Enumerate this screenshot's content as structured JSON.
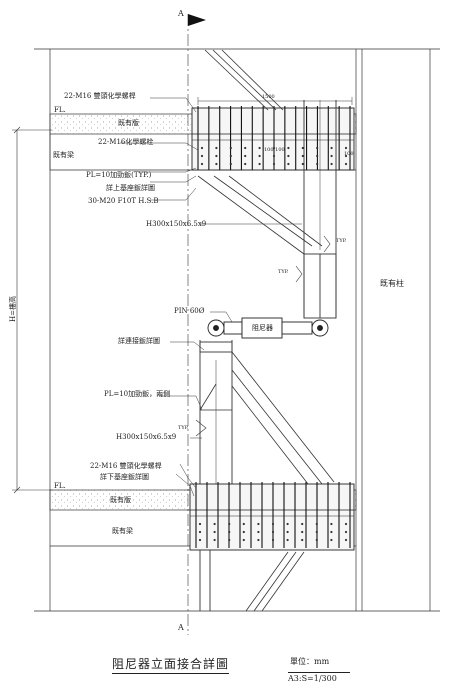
{
  "section_marker": {
    "letter_top": "A",
    "letter_bottom": "A"
  },
  "labels": {
    "top_chem_bolts": "22-M16 雙頭化學螺桿",
    "fl_top": "FL.",
    "existing_slab_top": "既有版",
    "existing_beam_top": "既有梁",
    "chem_bolt": "22-M16化學螺栓",
    "stiffener_typ": "PL=10加勁鈑(TYP.)",
    "upper_base_detail": "詳上基座鈑詳圖",
    "hsb_bolts": "30-M20 F10T H.S.B",
    "upper_member": "H300x150x6.5x9",
    "pin": "PIN 60Ø",
    "damper": "阻尼器",
    "connection_detail": "詳連接鈑詳圖",
    "stiffener_both": "PL=10加勁鈑，兩側",
    "lower_member": "H300x150x6.5x9",
    "bottom_chem_bolts": "22-M16 雙頭化學螺桿",
    "lower_base_detail": "詳下基座鈑詳圖",
    "fl_bottom": "FL.",
    "existing_slab_bottom": "既有版",
    "existing_beam_bottom": "既有梁",
    "existing_column": "既有柱",
    "floor_height": "H=樓高",
    "dim_top": "1500",
    "dim_mid": "100 100",
    "dim_side": "100",
    "typ_1": "TYP.",
    "typ_2": "TYP.",
    "typ_3": "TYP."
  },
  "title_block": {
    "title": "阻尼器立面接合詳圖",
    "unit": "單位：mm",
    "scale": "A3:S=1/300"
  }
}
